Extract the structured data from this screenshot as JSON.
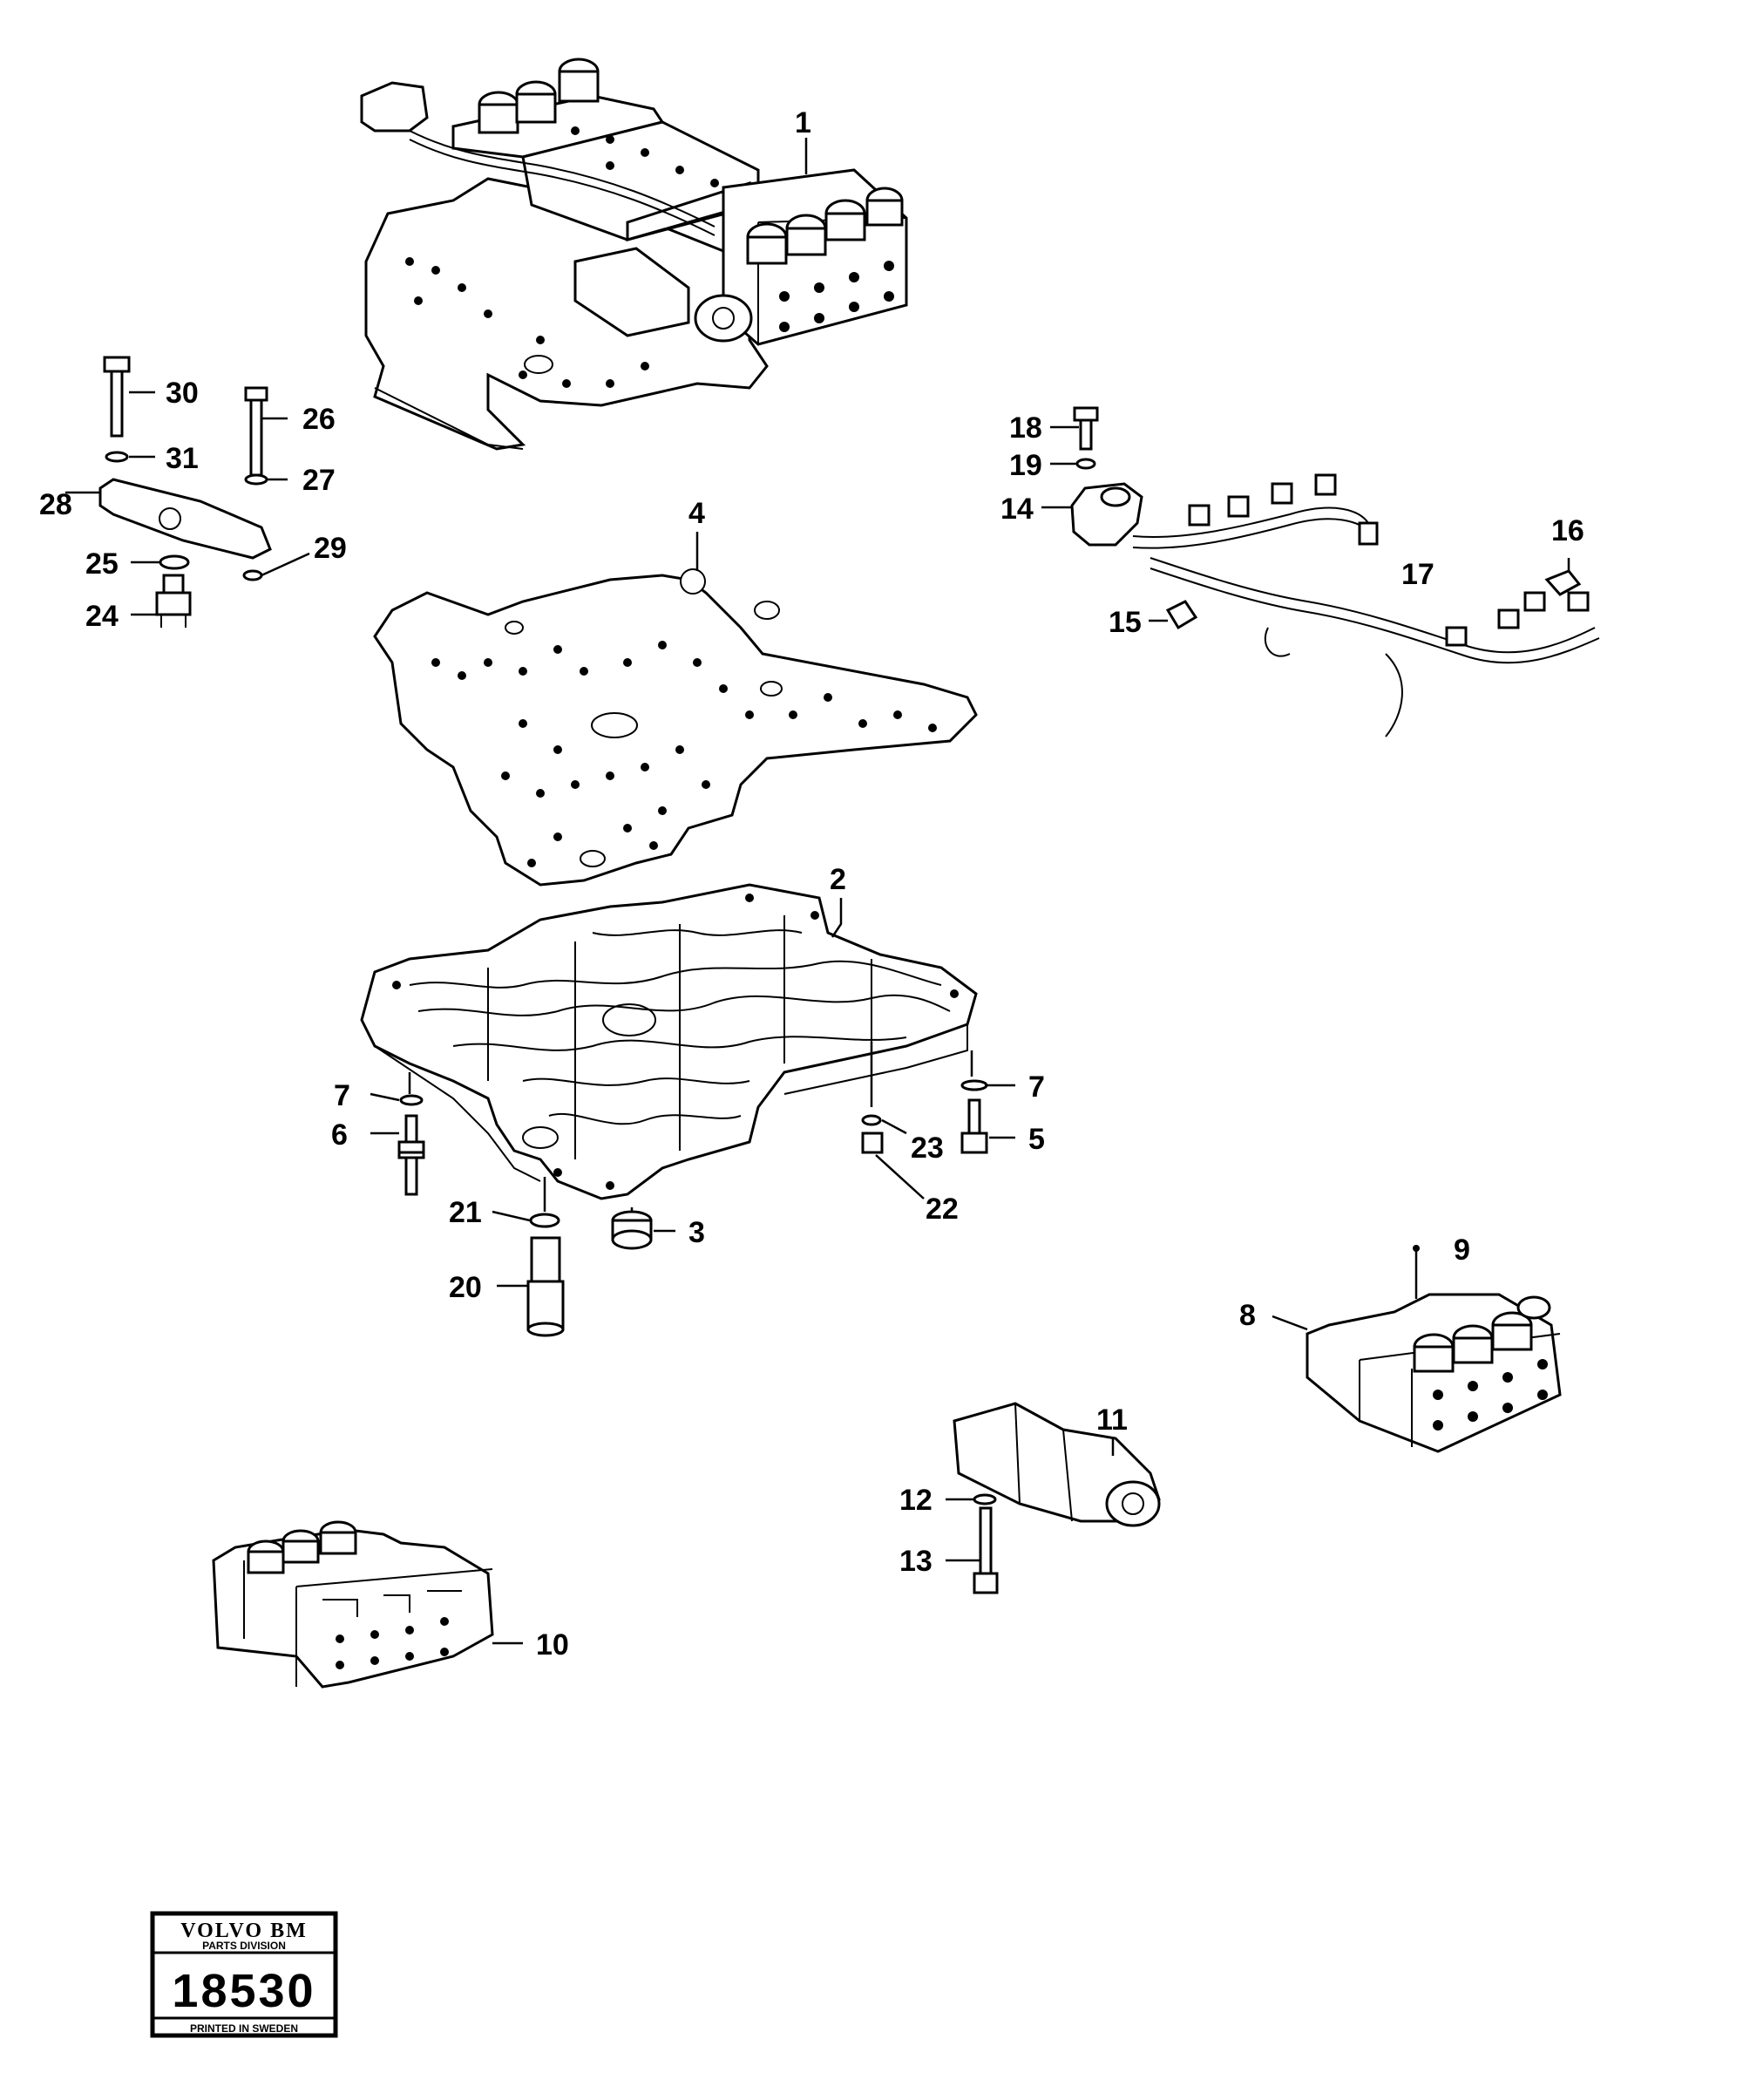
{
  "callouts": [
    {
      "id": "1",
      "text": "1"
    },
    {
      "id": "2",
      "text": "2"
    },
    {
      "id": "3",
      "text": "3"
    },
    {
      "id": "4",
      "text": "4"
    },
    {
      "id": "5",
      "text": "5"
    },
    {
      "id": "6",
      "text": "6"
    },
    {
      "id": "7a",
      "text": "7"
    },
    {
      "id": "7b",
      "text": "7"
    },
    {
      "id": "8",
      "text": "8"
    },
    {
      "id": "9",
      "text": "9"
    },
    {
      "id": "10",
      "text": "10"
    },
    {
      "id": "11",
      "text": "11"
    },
    {
      "id": "12",
      "text": "12"
    },
    {
      "id": "13",
      "text": "13"
    },
    {
      "id": "14",
      "text": "14"
    },
    {
      "id": "15",
      "text": "15"
    },
    {
      "id": "16",
      "text": "16"
    },
    {
      "id": "17",
      "text": "17"
    },
    {
      "id": "18",
      "text": "18"
    },
    {
      "id": "19",
      "text": "19"
    },
    {
      "id": "20",
      "text": "20"
    },
    {
      "id": "21",
      "text": "21"
    },
    {
      "id": "22",
      "text": "22"
    },
    {
      "id": "23",
      "text": "23"
    },
    {
      "id": "24",
      "text": "24"
    },
    {
      "id": "25",
      "text": "25"
    },
    {
      "id": "26",
      "text": "26"
    },
    {
      "id": "27",
      "text": "27"
    },
    {
      "id": "28",
      "text": "28"
    },
    {
      "id": "29",
      "text": "29"
    },
    {
      "id": "30",
      "text": "30"
    },
    {
      "id": "31",
      "text": "31"
    }
  ],
  "stamp": {
    "brand": "VOLVO BM",
    "division": "PARTS DIVISION",
    "number": "18530",
    "printed": "PRINTED IN SWEDEN"
  }
}
